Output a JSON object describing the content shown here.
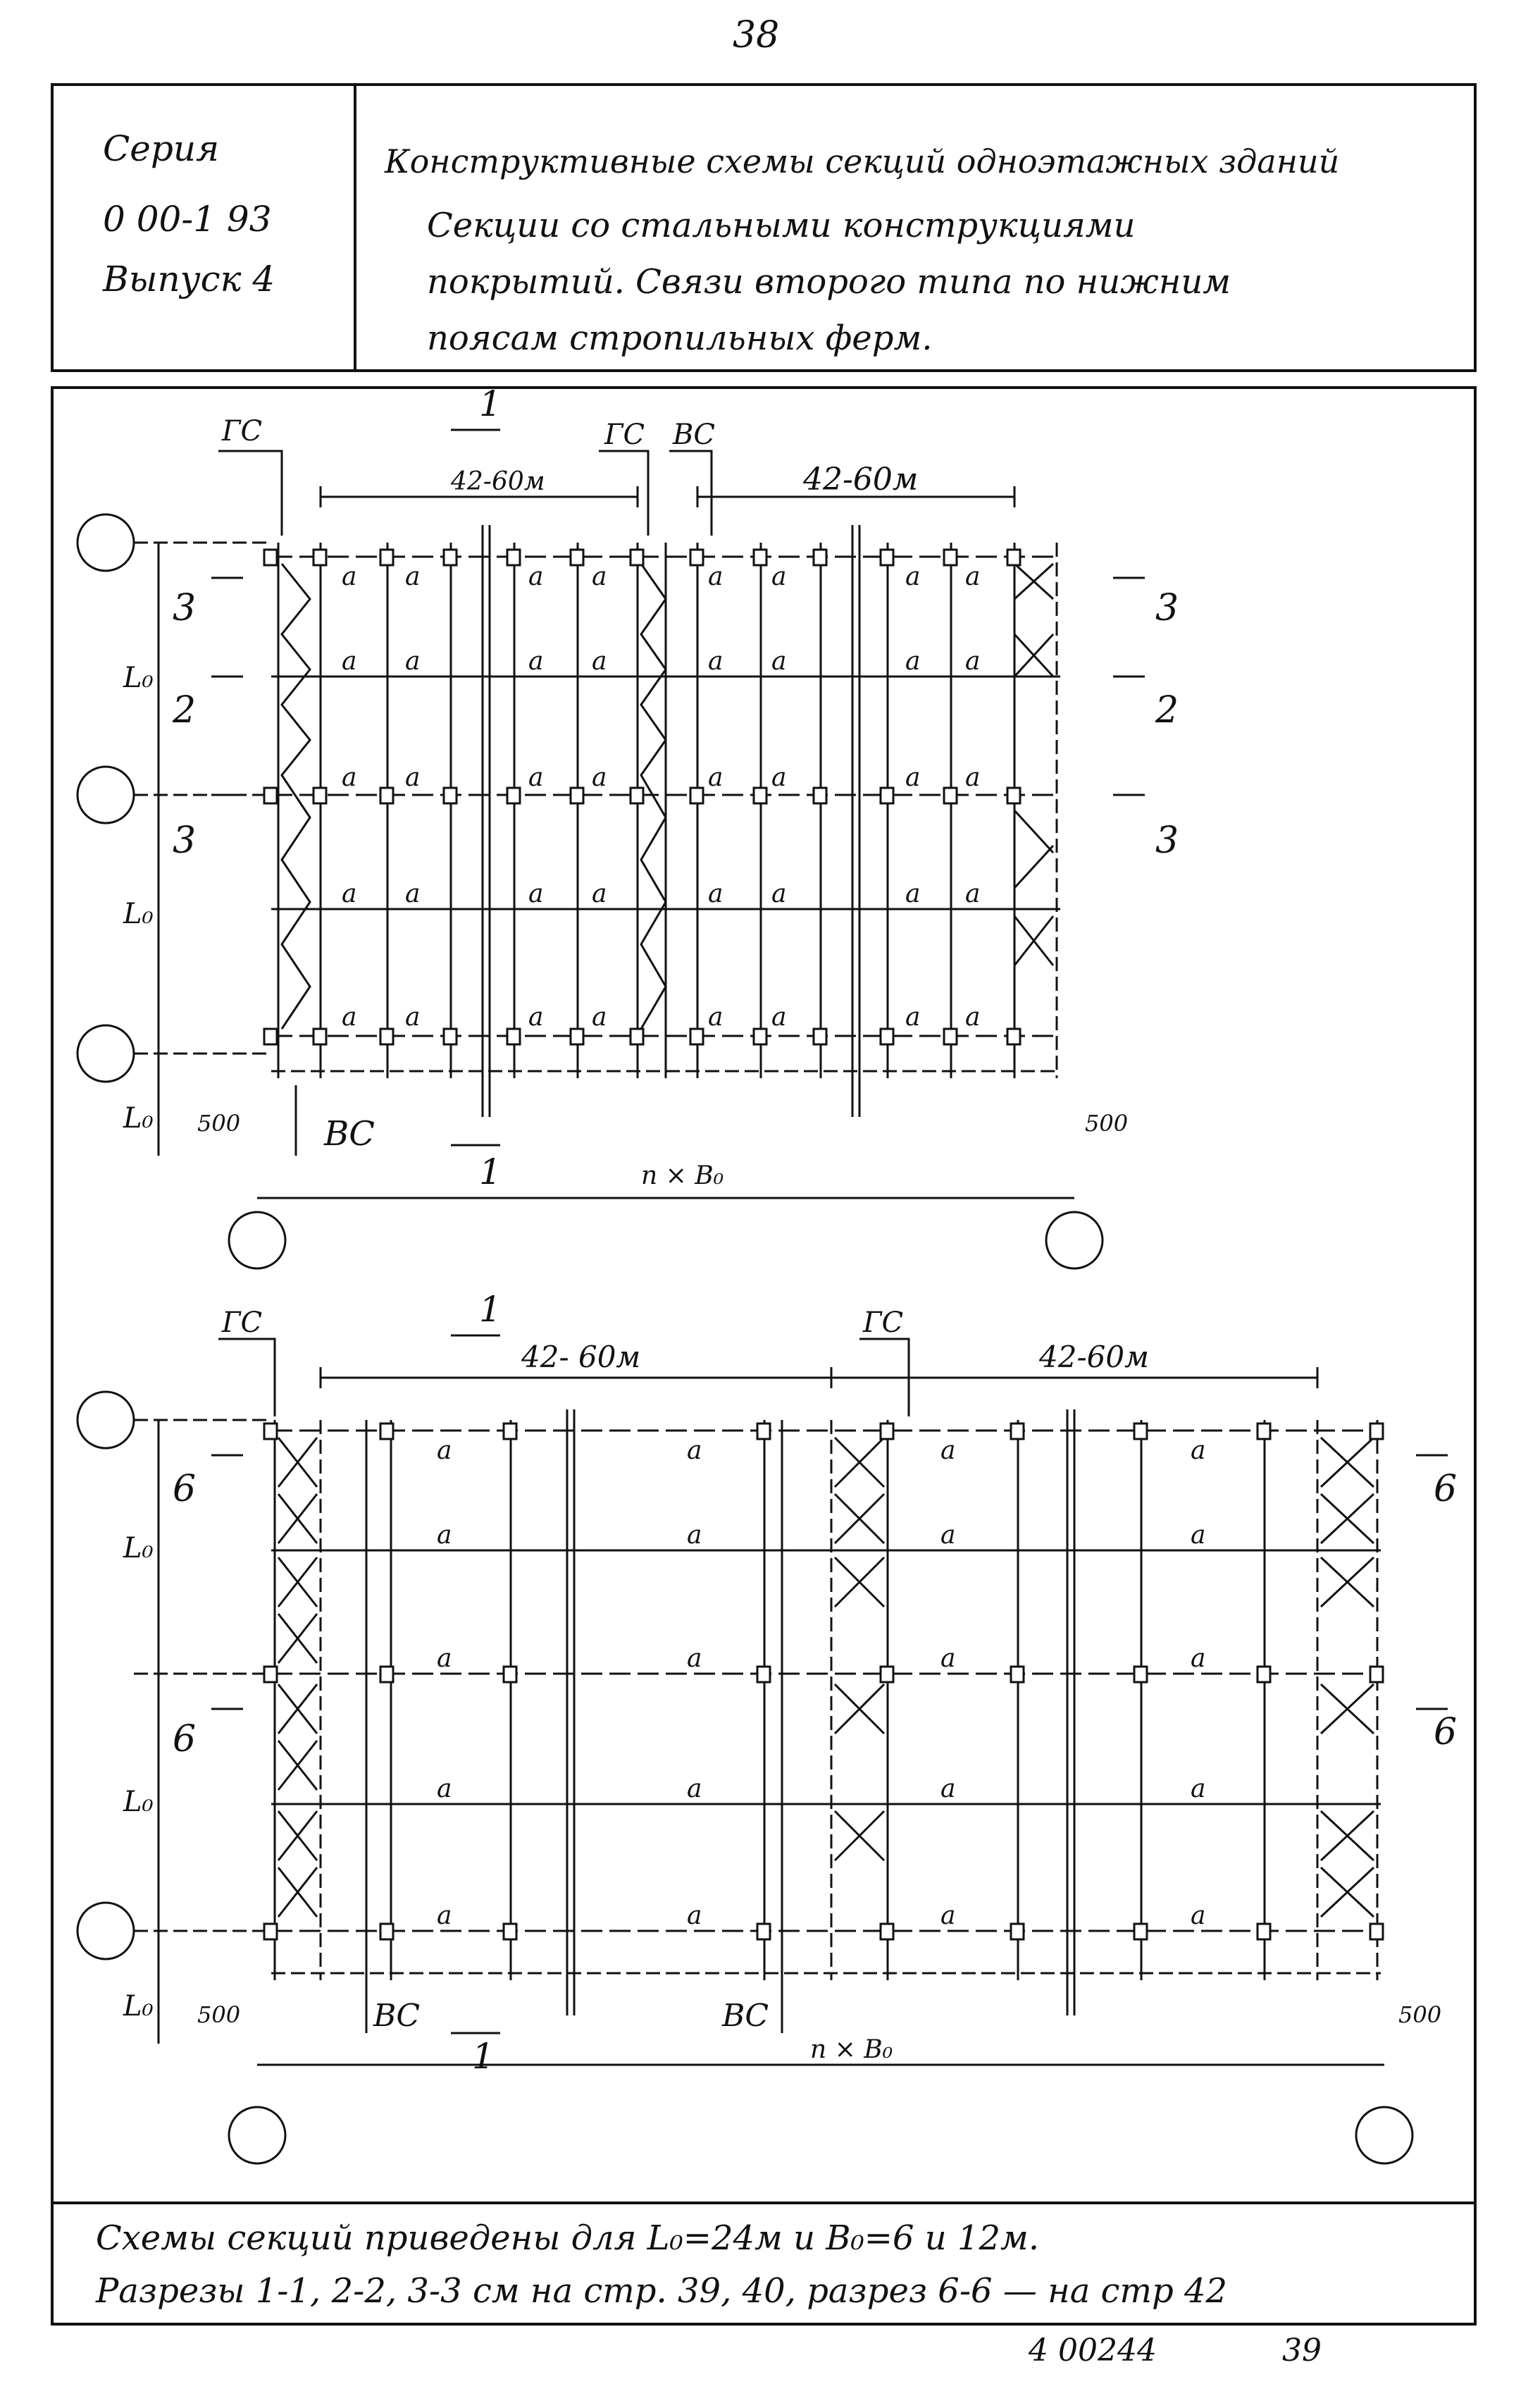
{
  "page_number": "38",
  "series": {
    "line1": "Серия",
    "line2": "0 00-1 93",
    "line3": "Выпуск 4"
  },
  "title_lines": [
    "Конструктивные схемы секций одноэтажных зданий",
    "Секции со стальными конструкциями",
    "покрытий.  Связи второго типа по нижним",
    "поясам  стропильных  ферм."
  ],
  "scheme_top": {
    "label_gs_left": "ГС",
    "label_gs_mid": "ГС",
    "label_vs_mid": "ВС",
    "label_vs_bottom": "ВС",
    "span_left": "42-60м",
    "span_right": "42-60м",
    "cut_1_top": "1",
    "cut_1_bottom": "1",
    "cut_3_left_top": "3",
    "cut_2_left": "2",
    "cut_3_left_mid": "3",
    "cut_3_right_top": "3",
    "cut_2_right": "2",
    "cut_3_right_mid": "3",
    "dim_L0_1": "L₀",
    "dim_L0_2": "L₀",
    "dim_L0_3": "L₀",
    "dim_500_left": "500",
    "dim_500_right": "500",
    "dim_total": "n × B₀",
    "mark_a": "а"
  },
  "scheme_bottom": {
    "label_gs_left": "ГС",
    "label_gs_mid": "ГС",
    "label_vs_left": "ВС",
    "label_vs_mid": "ВС",
    "span_left": "42- 60м",
    "span_right": "42-60м",
    "cut_1_top": "1",
    "cut_1_bottom": "1",
    "cut_6_left_top": "6",
    "cut_6_left_mid": "6",
    "cut_6_right_top": "6",
    "cut_6_right_mid": "6",
    "dim_L0_1": "L₀",
    "dim_L0_2": "L₀",
    "dim_L0_3": "L₀",
    "dim_500_left": "500",
    "dim_500_right": "500",
    "dim_total": "n × B₀",
    "mark_a": "а"
  },
  "notes": {
    "line1": "Схемы  секций  приведены  для  L₀=24м  и  B₀=6 и 12м.",
    "line2": "Разрезы 1-1, 2-2, 3-3 см на стр. 39, 40, разрез 6-6 — на стр 42"
  },
  "footer": {
    "code": "4 00244",
    "page": "39"
  }
}
